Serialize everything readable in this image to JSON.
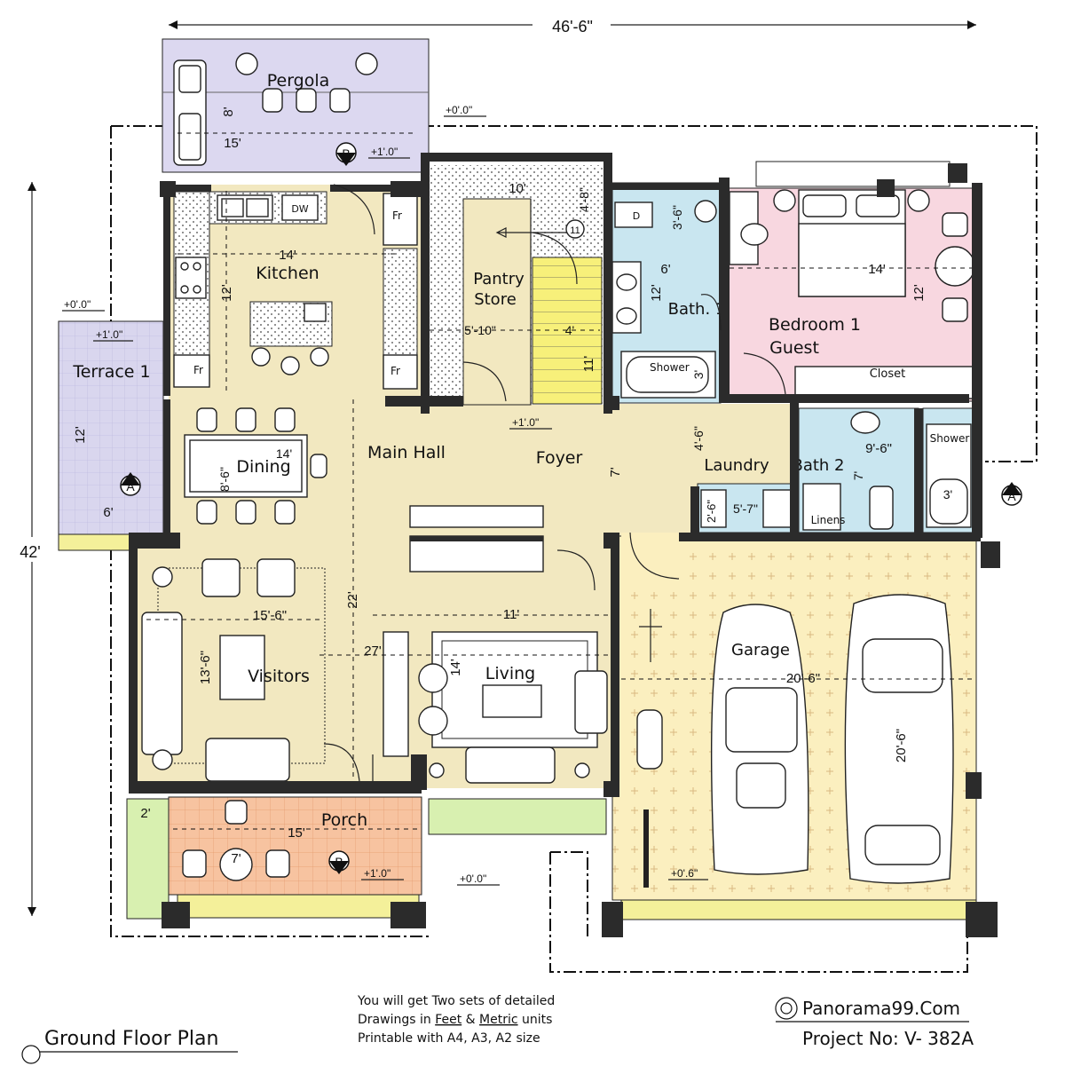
{
  "plan": {
    "title": "Ground Floor Plan",
    "brand": "Panorama99.Com",
    "project": "Project No: V- 382A",
    "note": {
      "line1": "You will get Two sets of detailed",
      "line2_pre": "Drawings in",
      "line2_feet": "Feet",
      "line2_amp": "&",
      "line2_metric": "Metric",
      "line2_post": "units",
      "line3": "Printable with A4, A3, A2 size"
    },
    "overall": {
      "width": "46'-6\"",
      "depth": "42'"
    }
  },
  "colors": {
    "hall": "#f2e8c0",
    "pergola": "#dcd8f0",
    "terrace": "#d9d6ee",
    "bath": "#c9e6f0",
    "bedroom": "#f8d7e0",
    "porch": "#f7c3a0",
    "garage": "#fbefbf",
    "stairs": "#f7f07a",
    "lawn": "#d8f0b0",
    "pavement": "#f4f09a",
    "pantry": "#ffffff"
  },
  "rooms": {
    "pergola": "Pergola",
    "terrace": "Terrace 1",
    "kitchen": "Kitchen",
    "pantry_1": "Pantry",
    "pantry_2": "Store",
    "bath1": "Bath. 1",
    "bedroom_1": "Bedroom 1",
    "bedroom_2": "Guest",
    "dining": "Dining",
    "main_hall": "Main Hall",
    "foyer": "Foyer",
    "laundry": "Laundry",
    "bath2": "Bath 2",
    "visitors": "Visitors",
    "living": "Living",
    "garage": "Garage",
    "porch": "Porch",
    "shower": "Shower",
    "shower2": "Shower",
    "closet": "Closet",
    "linens": "Linens",
    "fridge": "Fr",
    "dishwasher": "DW",
    "stair_count": "11",
    "dryer": "D"
  },
  "dims": {
    "pergola_w": "15'",
    "pergola_d": "8'",
    "kitchen_w": "14'",
    "kitchen_d": "12'",
    "pantry_top": "10'",
    "pantry_side": "4'-8\"",
    "pantry_w": "5'-10\"",
    "stair_w": "4'",
    "stair_len": "11'",
    "bath1_top_d": "3'-6\"",
    "bath1_w": "6'",
    "bath1_d": "12'",
    "bath1_tub": "3'",
    "bed_w": "14'",
    "bed_d": "12'",
    "terrace_d": "12'",
    "terrace_w": "6'",
    "dining_d": "8'-6\"",
    "dining_w": "14'",
    "foyer_d": "7'",
    "laundry_d": "4'-6\"",
    "laundry_w": "5'-7\"",
    "laundry_small": "2'-6\"",
    "bath2_w": "9'-6\"",
    "bath2_d": "7'",
    "bath2_tub": "3'",
    "hall_d": "22'",
    "visitors_w": "15'-6\"",
    "visitors_d": "13'-6\"",
    "living_w": "11'",
    "living_d": "14'",
    "living_total": "27'",
    "garage_w": "20'-6\"",
    "garage_d": "20'-6\"",
    "porch_w": "15'",
    "porch_d": "7'",
    "lawn_w": "2'"
  },
  "levels": {
    "top": "+0'.0\"",
    "pergola": "+1'.0\"",
    "terrace_top": "+0'.0\"",
    "terrace": "+1'.0\"",
    "foyer": "+1'.0\"",
    "porch": "+1'.0\"",
    "porch_out": "+0'.0\"",
    "garage": "+0'.6\""
  },
  "sections": {
    "a": "A",
    "b": "B"
  }
}
